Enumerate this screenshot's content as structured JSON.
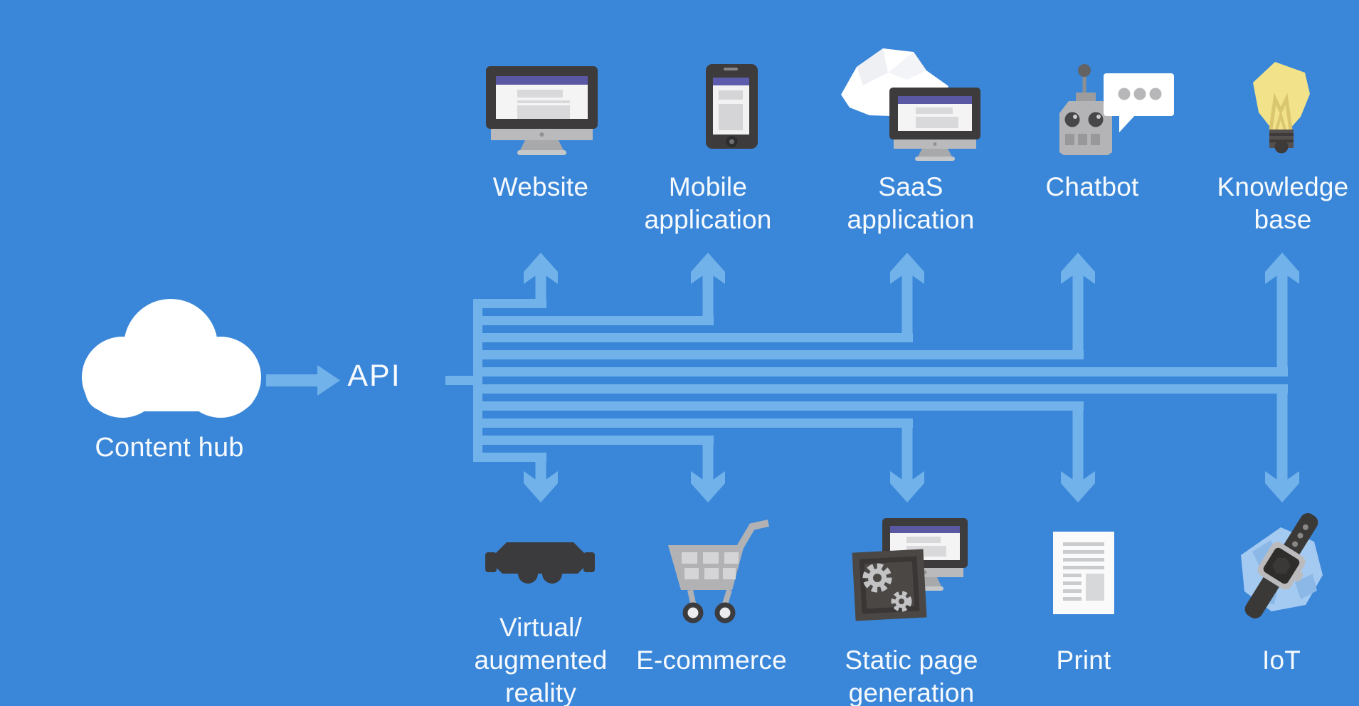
{
  "title": "Content hub API multichannel distribution diagram",
  "hub": {
    "label": "Content hub"
  },
  "api": {
    "label": "API"
  },
  "top_channels": [
    {
      "name": "website",
      "icon": "desktop-monitor-icon",
      "lines": [
        "Website"
      ]
    },
    {
      "name": "mobile-application",
      "icon": "smartphone-icon",
      "lines": [
        "Mobile",
        "application"
      ]
    },
    {
      "name": "saas-application",
      "icon": "cloud-monitor-icon",
      "lines": [
        "SaaS",
        "application"
      ]
    },
    {
      "name": "chatbot",
      "icon": "robot-speech-bubble-icon",
      "lines": [
        "Chatbot"
      ]
    },
    {
      "name": "knowledge-base",
      "icon": "light-bulb-icon",
      "lines": [
        "Knowledge",
        "base"
      ]
    }
  ],
  "bottom_channels": [
    {
      "name": "virtual-augmented-reality",
      "icon": "vr-goggles-icon",
      "lines": [
        "Virtual/",
        "augmented",
        "reality"
      ]
    },
    {
      "name": "e-commerce",
      "icon": "shopping-cart-icon",
      "lines": [
        "E-commerce"
      ]
    },
    {
      "name": "static-page-generation",
      "icon": "gears-monitor-icon",
      "lines": [
        "Static page",
        "generation"
      ]
    },
    {
      "name": "print",
      "icon": "document-icon",
      "lines": [
        "Print"
      ]
    },
    {
      "name": "iot",
      "icon": "smartwatch-globe-icon",
      "lines": [
        "IoT"
      ]
    }
  ],
  "colors": {
    "background": "#3a87d9",
    "connector_blue": "#72b2ea",
    "text_white": "#f7fafd",
    "device_dark": "#3e3b3c",
    "screen_header_purple": "#5a58a3",
    "screen_white": "#f4f4f5",
    "content_grey": "#d9d9db",
    "hardware_grey": "#b4b4b6",
    "bulb_yellow": "#f2e289",
    "globe_pale_blue": "#a5caf1"
  }
}
